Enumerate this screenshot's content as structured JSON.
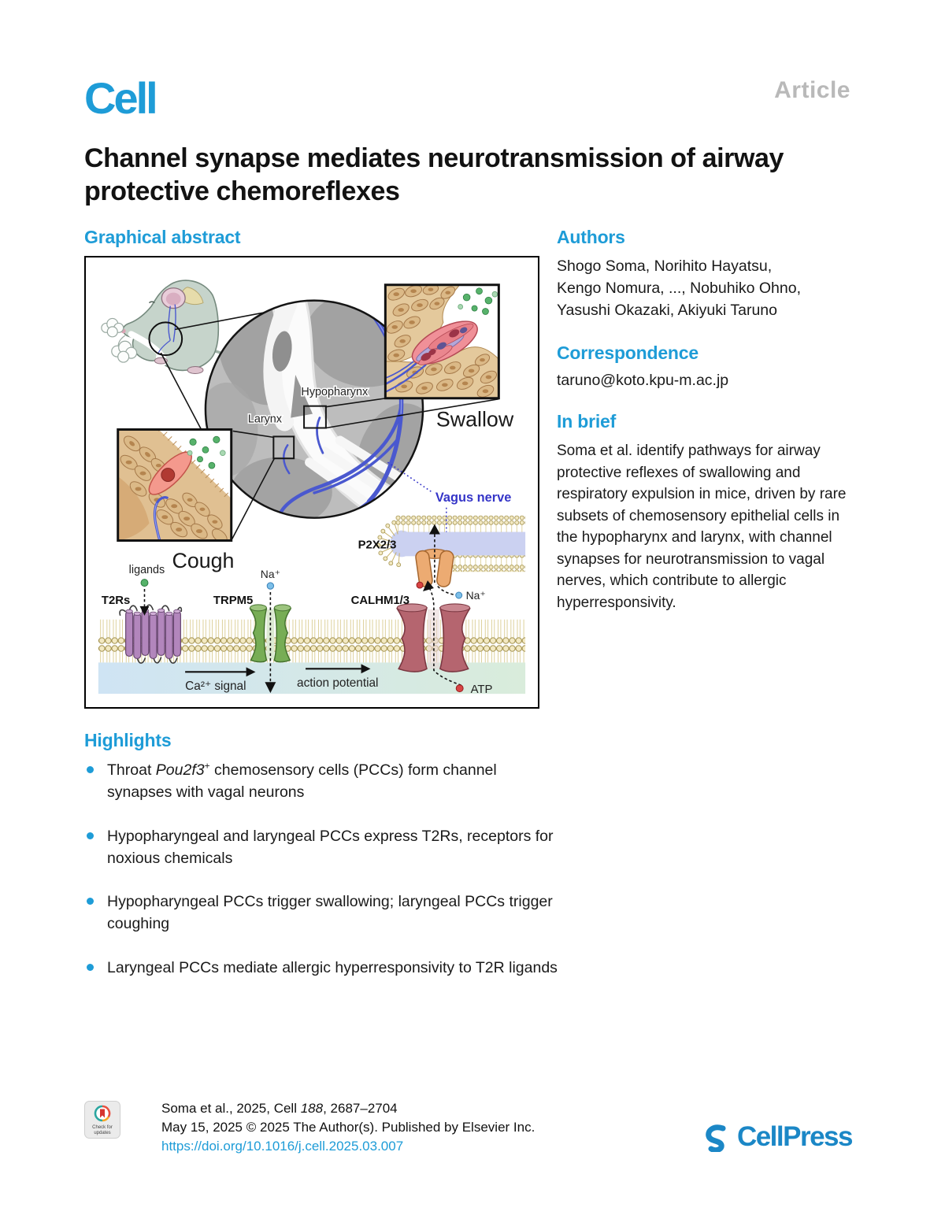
{
  "header": {
    "journal_logo": "Cell",
    "article_type": "Article"
  },
  "title": "Channel synapse mediates neurotransmission of airway protective chemoreflexes",
  "graphical_abstract": {
    "heading": "Graphical abstract",
    "labels": {
      "hypopharynx": "Hypopharynx",
      "larynx": "Larynx",
      "swallow": "Swallow",
      "cough": "Cough",
      "vagus_nerve": "Vagus nerve",
      "ligands": "ligands",
      "t2rs": "T2Rs",
      "trpm5": "TRPM5",
      "calhm": "CALHM1/3",
      "p2x": "P2X2/3",
      "na_trpm5": "Na⁺",
      "na_p2x": "Na⁺",
      "atp": "ATP",
      "ca_signal": "Ca²⁺ signal",
      "action_potential": "action potential"
    }
  },
  "authors": {
    "heading": "Authors",
    "lines": [
      "Shogo Soma, Norihito Hayatsu,",
      "Kengo Nomura, ..., Nobuhiko Ohno,",
      "Yasushi Okazaki, Akiyuki Taruno"
    ]
  },
  "correspondence": {
    "heading": "Correspondence",
    "email": "taruno@koto.kpu-m.ac.jp"
  },
  "in_brief": {
    "heading": "In brief",
    "text": "Soma et al. identify pathways for airway protective reflexes of swallowing and respiratory expulsion in mice, driven by rare subsets of chemosensory epithelial cells in the hypopharynx and larynx, with channel synapses for neurotransmission to vagal nerves, which contribute to allergic hyperresponsivity."
  },
  "highlights": {
    "heading": "Highlights",
    "items": [
      {
        "pre": "Throat ",
        "gene": "Pou2f3",
        "sup": "+",
        "post": " chemosensory cells (PCCs) form channel synapses with vagal neurons"
      },
      {
        "text": "Hypopharyngeal and laryngeal PCCs express T2Rs, receptors for noxious chemicals"
      },
      {
        "text": "Hypopharyngeal PCCs trigger swallowing; laryngeal PCCs trigger coughing"
      },
      {
        "text": "Laryngeal PCCs mediate allergic hyperresponsivity to T2R ligands"
      }
    ]
  },
  "footer": {
    "badge_line1": "Check for",
    "badge_line2": "updates",
    "citation_pre": "Soma et al., 2025, Cell ",
    "citation_volume": "188",
    "citation_post": ", 2687–2704",
    "copyright": "May 15, 2025 © 2025 The Author(s). Published by Elsevier Inc.",
    "doi": "https://doi.org/10.1016/j.cell.2025.03.007",
    "publisher": "CellPress"
  },
  "colors": {
    "accent_blue": "#1e9cd7",
    "cellpress_blue": "#1b87c6",
    "vagus_blue": "#3535c8",
    "article_gray": "#b9b9b9"
  }
}
